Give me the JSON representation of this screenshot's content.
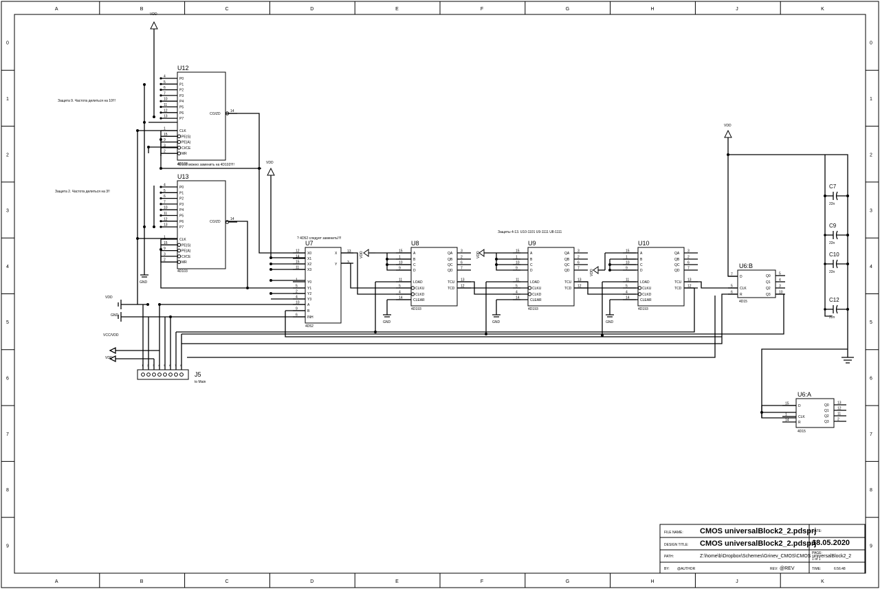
{
  "border": {
    "columns": [
      "A",
      "B",
      "C",
      "D",
      "E",
      "F",
      "G",
      "H",
      "J",
      "K"
    ],
    "rows": [
      "0",
      "1",
      "2",
      "3",
      "4",
      "5",
      "6",
      "7",
      "8",
      "9"
    ]
  },
  "notes": {
    "u12_note": "Защита 9. Частота делиться на 10!!!",
    "u13_note": "Защита 2. Частота делиться на 3!!",
    "u12_replace": "4D103 можно заменить на 4D102!!!!",
    "u7_replace": "? 4D52 следует заменить!!!!",
    "u8_note": "Защиты 4-13. U10-1101  U9-1111  U8-1111"
  },
  "power": {
    "vdd": "VDD",
    "gnd": "GND",
    "vcc_vdd": "VCC/VDD"
  },
  "u12": {
    "ref": "U12",
    "part": "4D103",
    "in_pins": [
      "P0",
      "P1",
      "P2",
      "P3",
      "P4",
      "P5",
      "P6",
      "P7"
    ],
    "in_nums": [
      "4",
      "5",
      "6",
      "7",
      "10",
      "11",
      "12",
      "13"
    ],
    "ctl_pins": [
      "CLK",
      "PE(S)",
      "PE(A)",
      "CI/CE",
      "MR"
    ],
    "ctl_nums": [
      "1",
      "15",
      "9",
      "3",
      "2"
    ],
    "out_pin": "CO/ZD",
    "out_num": "14"
  },
  "u13": {
    "ref": "U13",
    "part": "4D103",
    "in_pins": [
      "P0",
      "P1",
      "P2",
      "P3",
      "P4",
      "P5",
      "P6",
      "P7"
    ],
    "in_nums": [
      "4",
      "5",
      "6",
      "7",
      "10",
      "11",
      "12",
      "13"
    ],
    "ctl_pins": [
      "CLK",
      "PE(S)",
      "PE(A)",
      "CI/CE",
      "MR"
    ],
    "ctl_nums": [
      "1",
      "15",
      "9",
      "3",
      "2"
    ],
    "out_pin": "CO/ZD",
    "out_num": "14"
  },
  "u7": {
    "ref": "U7",
    "part": "4D52",
    "in_pins": [
      "X0",
      "X1",
      "X2",
      "X3",
      "Y0",
      "Y1",
      "Y2",
      "Y3",
      "A",
      "B",
      "INH"
    ],
    "in_nums": [
      "12",
      "14",
      "15",
      "11",
      "1",
      "5",
      "2",
      "4",
      "10",
      "9",
      "6"
    ],
    "out_x": "X",
    "out_x_num": "13",
    "out_y": "Y",
    "out_y_num": "3"
  },
  "counters": [
    {
      "ref": "U8",
      "part": "4D193"
    },
    {
      "ref": "U9",
      "part": "4D193"
    },
    {
      "ref": "U10",
      "part": "4D193"
    }
  ],
  "counter_pins": {
    "in_pins": [
      "A",
      "B",
      "C",
      "D"
    ],
    "in_nums": [
      "15",
      "1",
      "10",
      "9"
    ],
    "out_pins": [
      "QA",
      "QB",
      "QC",
      "QD"
    ],
    "out_nums": [
      "3",
      "2",
      "6",
      "7"
    ],
    "ctl_pins": [
      "LOAD",
      "CLKU",
      "CLKD",
      "CLEAR"
    ],
    "ctl_nums": [
      "11",
      "5",
      "4",
      "14"
    ],
    "tc_pins": [
      "TCU",
      "TCD"
    ],
    "tc_nums": [
      "13",
      "12"
    ]
  },
  "u6b": {
    "ref": "U6:B",
    "part": "4D15",
    "in_pins": [
      "D",
      "CLK",
      "R"
    ],
    "in_nums": [
      "7",
      "5",
      "6"
    ],
    "out_pins": [
      "Q0",
      "Q1",
      "Q2",
      "Q3"
    ],
    "out_nums": [
      "5",
      "4",
      "3",
      "10"
    ]
  },
  "u6a": {
    "ref": "U6:A",
    "part": "4D15",
    "in_pins": [
      "D",
      "CLK",
      "R"
    ],
    "in_nums": [
      "15",
      "1",
      "14"
    ],
    "out_pins": [
      "Q0",
      "Q1",
      "Q2",
      "Q3"
    ],
    "out_nums": [
      "13",
      "12",
      "11",
      "2"
    ]
  },
  "caps": [
    {
      "ref": "C7",
      "val": "22n"
    },
    {
      "ref": "C9",
      "val": "22n"
    },
    {
      "ref": "C10",
      "val": "22n"
    },
    {
      "ref": "C12",
      "val": "22n"
    }
  ],
  "connector": {
    "ref": "J5",
    "label": "to Main",
    "pins": [
      "1",
      "2",
      "3",
      "4",
      "5",
      "6",
      "7",
      "8"
    ]
  },
  "title_block": {
    "file_name_label": "FILE NAME:",
    "file_name": "CMOS universalBlock2_2.pdsprj",
    "design_title_label": "DESIGN TITLE:",
    "design_title": "CMOS universalBlock2_2.pdsprj",
    "path_label": "PATH:",
    "path": "Z:\\home\\b\\Dropbox\\Schemes\\Grinev_CMOS\\CMOS universalBlock2_2",
    "by_label": "BY:",
    "by": "@AUTHOR",
    "rev_label": "REV:",
    "rev": "@REV",
    "date_label": "DATE:",
    "date": "18.05.2020",
    "page_label": "PAGE:",
    "page": "1  of  1",
    "time_label": "TIME:",
    "time": "6:56:48"
  }
}
